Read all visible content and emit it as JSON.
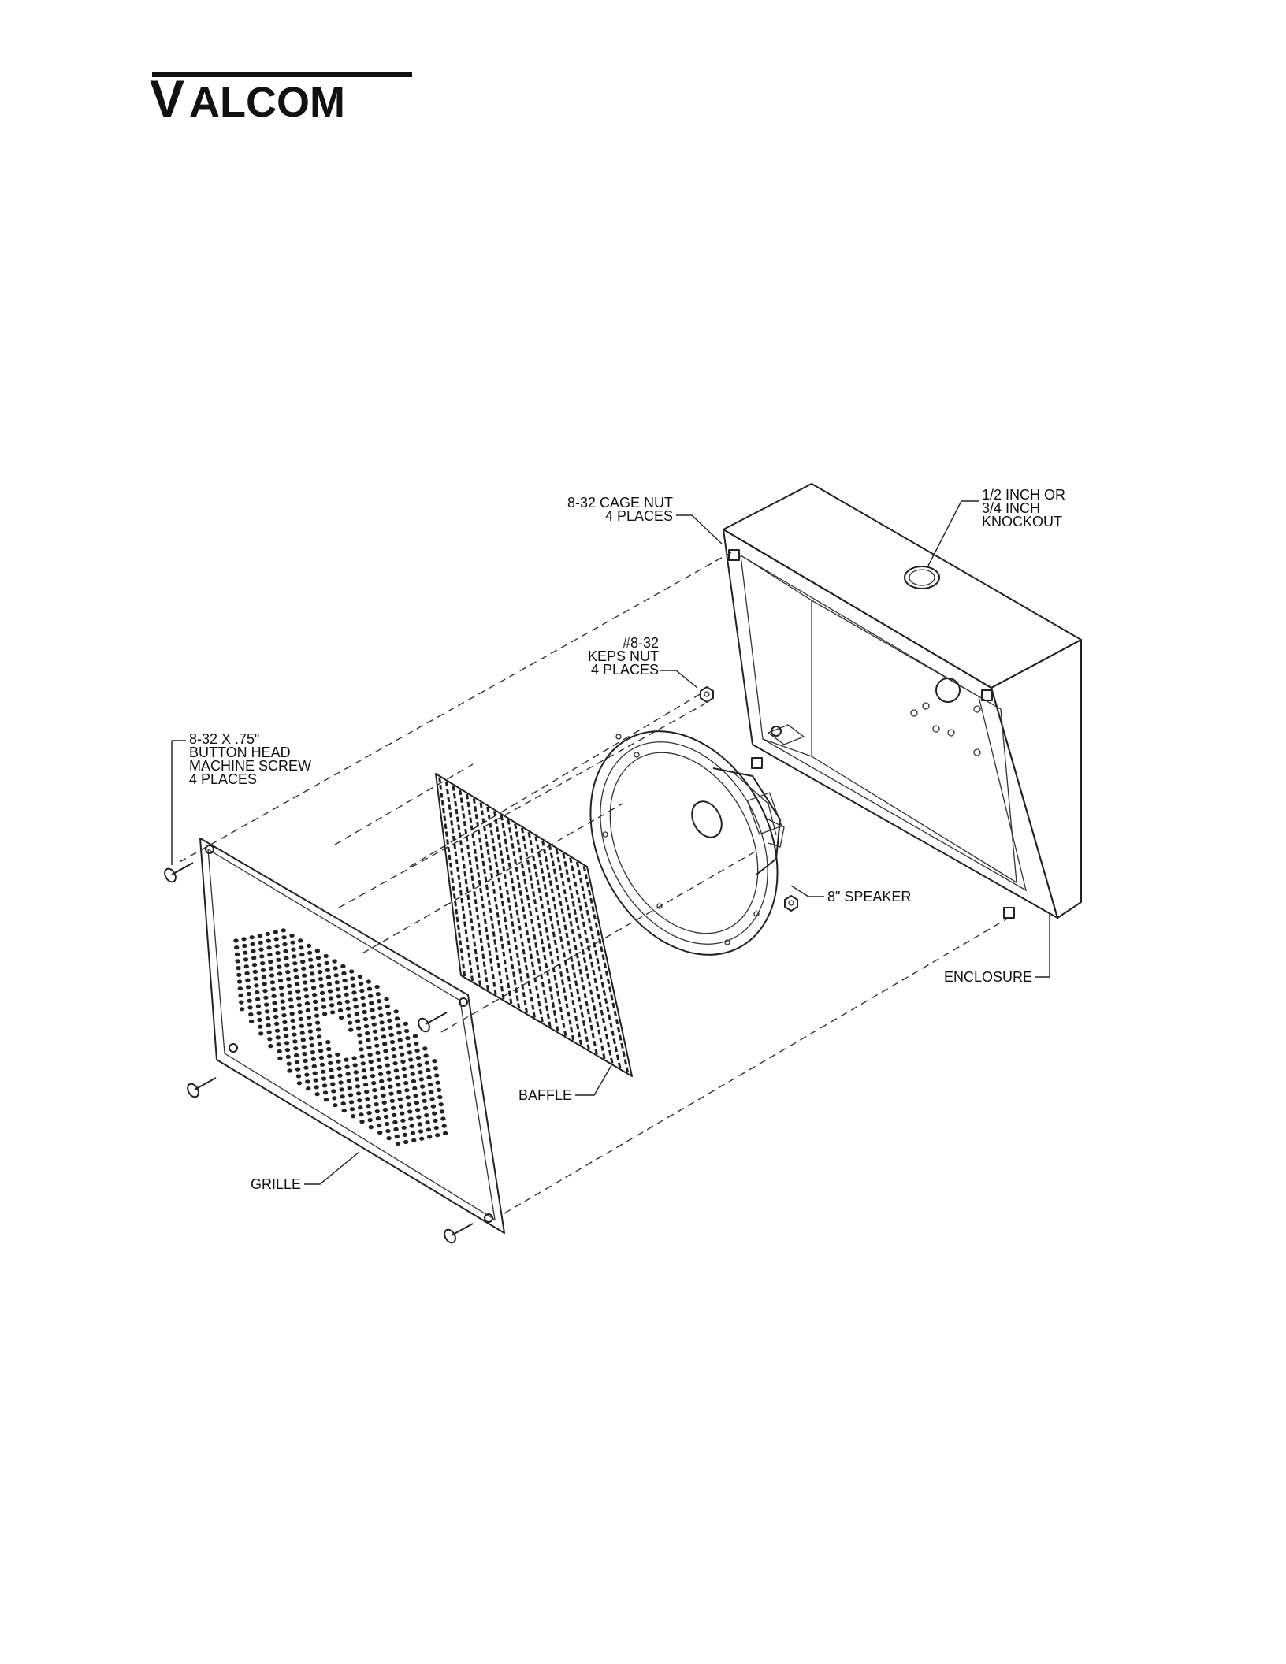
{
  "brand": {
    "logo_text_lead": "V",
    "logo_text_rest": "ALCOM"
  },
  "callouts": {
    "cage_nut": [
      "8-32 CAGE NUT",
      "4 PLACES"
    ],
    "knockout": [
      "1/2 INCH OR",
      "3/4 INCH",
      "KNOCKOUT"
    ],
    "keps_nut": [
      "#8-32",
      "KEPS NUT",
      "4 PLACES"
    ],
    "screw": [
      "8-32 X .75\"",
      "BUTTON HEAD",
      "MACHINE SCREW",
      "4 PLACES"
    ],
    "speaker": "8\" SPEAKER",
    "enclosure": "ENCLOSURE",
    "baffle": "BAFFLE",
    "grille": "GRILLE"
  },
  "colors": {
    "line": "#222222",
    "background": "#ffffff"
  }
}
